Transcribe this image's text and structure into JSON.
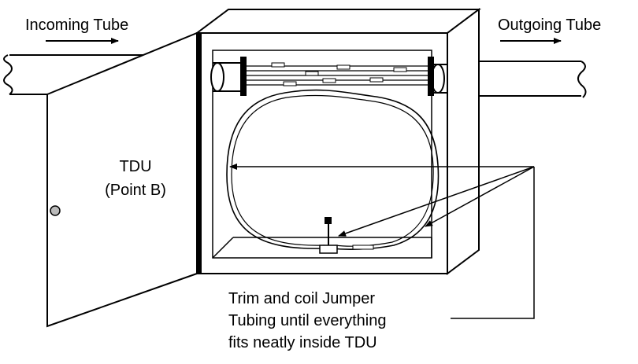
{
  "labels": {
    "incoming": "Incoming Tube",
    "outgoing": "Outgoing Tube",
    "tdu_line1": "TDU",
    "tdu_line2": "(Point B)",
    "note_line1": "Trim and coil Jumper",
    "note_line2": "Tubing until everything",
    "note_line3": "fits neatly inside TDU"
  },
  "colors": {
    "ink": "#000000",
    "background": "#ffffff",
    "fill": "#ffffff"
  }
}
